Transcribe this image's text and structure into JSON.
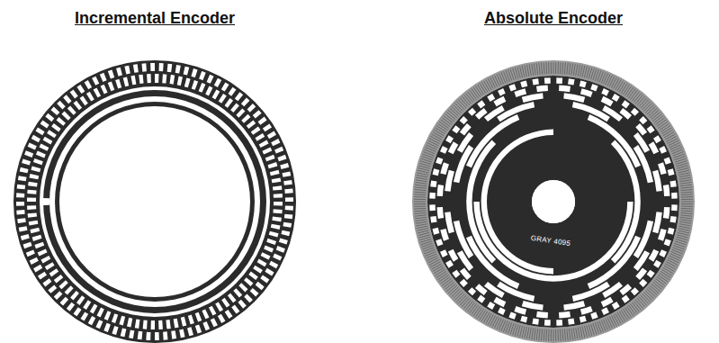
{
  "diagram": {
    "labels": [
      "Incremental Encoder",
      "Absolute Encoder",
      "GRAY 4095"
    ]
  }
}
